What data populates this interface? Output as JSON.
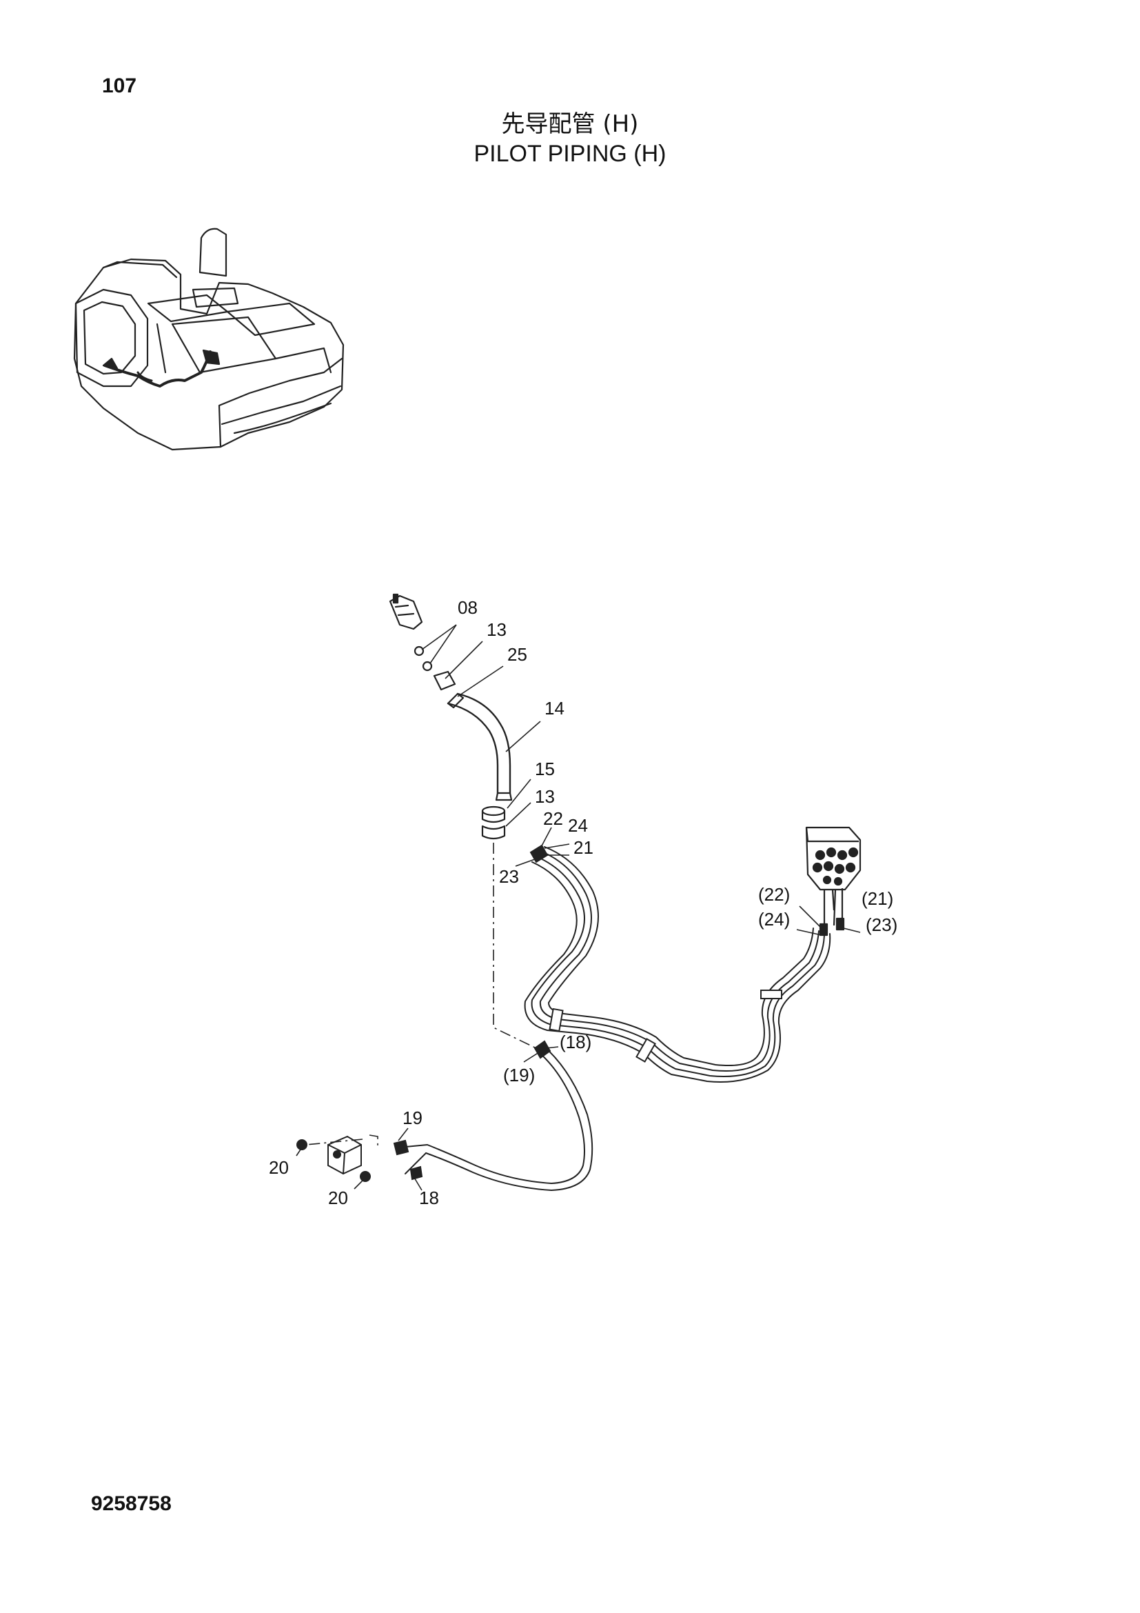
{
  "page": {
    "number": "107",
    "title_cn": "先导配管 (H)",
    "title_en": "PILOT PIPING (H)",
    "doc_code": "9258758"
  },
  "callouts": {
    "c08": "08",
    "c13a": "13",
    "c25": "25",
    "c14": "14",
    "c15": "15",
    "c13b": "13",
    "c22": "22",
    "c24": "24",
    "c21": "21",
    "c23": "23",
    "c22p": "(22)",
    "c24p": "(24)",
    "c21p": "(21)",
    "c23p": "(23)",
    "c18p": "(18)",
    "c19p": "(19)",
    "c19": "19",
    "c20a": "20",
    "c20b": "20",
    "c18": "18"
  }
}
